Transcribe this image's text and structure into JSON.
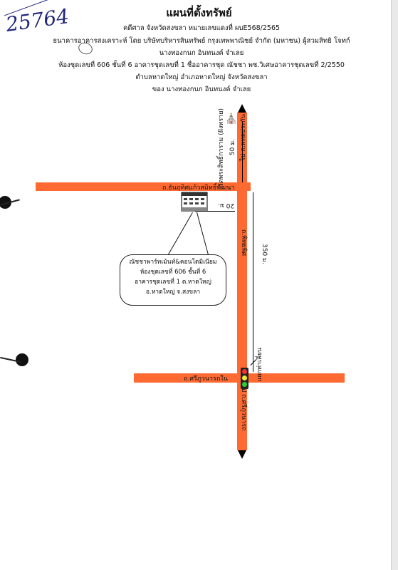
{
  "handwritten_number": "25764",
  "title": "แผนที่ตั้งทรัพย์",
  "header_lines": [
    "คดีศาล จังหวัดสงขลา  หมายเลขแดงที่ ผบE568/2565",
    "ธนาคารอาคารสงเคราะห์ โดย บริษัทบริหารสินทรัพย์ กรุงเทพพาณิชย์ จำกัด (มหาชน) ผู้สวมสิทธิ โจทก์",
    "นางทองกนก อินทนงค์ จำเลย",
    "ห้องชุดเลขที่  606  ชั้นที่ 6 อาคารชุดเลขที่ 1 ชื่ออาคารชุด ณัชชา พช.วิเศษอาคารชุดเลขที่ 2/2550",
    "ตำบลหาดใหญ่ อำเภอหาดใหญ่ จังหวัดสงขลา",
    "ของ นางทองกนก อินทนงค์ จำเลย"
  ],
  "roads": {
    "horizontal_top": "ถ.ธันฤทิศแก้วสมิทธิ์พัฒนา",
    "horizontal_bottom": "ถ.ศรีภูวนารถใน",
    "vertical_north": "ไป ถ.พหลประกัน",
    "vertical_middle": "ถ.พิทยพิศ",
    "vertical_south": "ไป ถ.ศรีภูวนารถ"
  },
  "distances": {
    "north_segment": "50 ม.",
    "main_segment": "350 ม.",
    "building_offset": "20 ม."
  },
  "temple_label": "วัดพระสิทธิ์การาม (ฝังทราย)",
  "junction_label": "แยกท่าเลี่ยน",
  "callout_lines": [
    "ณัชชาพาร์ทเม้นท์&คอนโดมิเนียม",
    "ห้องชุดเลขที่ 606 ชั้นที่ 6",
    "อาคารชุดเลขที่ 1 ต.หาดใหญ่",
    "อ.หาดใหญ่  จ.สงขลา"
  ],
  "colors": {
    "road": "#ff6a33",
    "handwriting": "#22277a"
  },
  "icons": {
    "building": "building-icon",
    "temple": "temple-icon",
    "traffic_light": "traffic-light-icon",
    "north_arrow": "arrow-up-icon",
    "south_arrow": "arrow-down-icon"
  }
}
